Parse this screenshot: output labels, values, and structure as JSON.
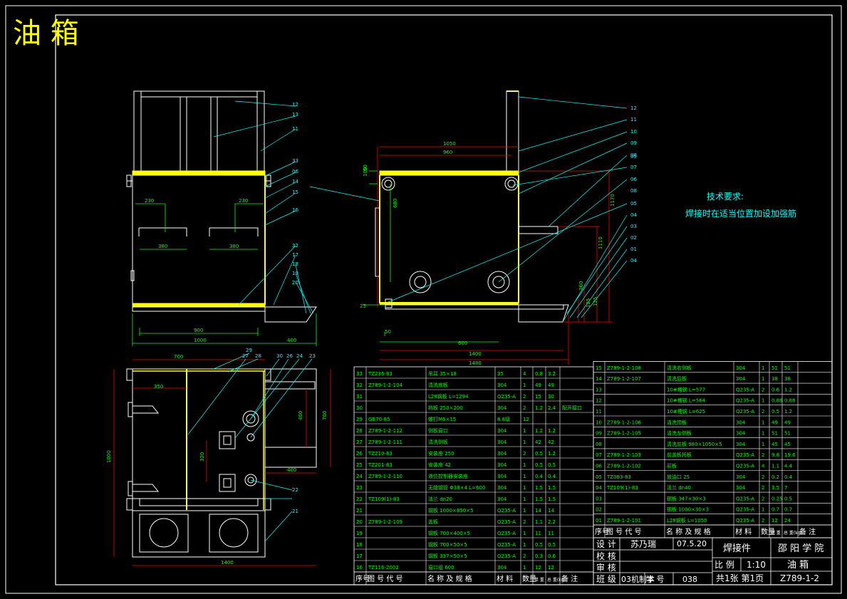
{
  "drawing": {
    "title": "油  箱",
    "tech_heading": "技术要求:",
    "tech_note": "焊接时在适当位置加设加强筋"
  },
  "colors": {
    "background": "#000000",
    "line": "#ffffff",
    "accent_yellow": "#ffff00",
    "leader_cyan": "#00ffff",
    "dimension_green": "#00ff00",
    "hidden_red": "#ff0000",
    "tech_text_cyan": "#00ffff",
    "table_text_green": "#00ff00"
  },
  "dims": {
    "front": [
      "230",
      "230",
      "380",
      "380",
      "900",
      "1000",
      "400"
    ],
    "side": [
      "1050",
      "960",
      "100",
      "680",
      "1170",
      "1110",
      "50",
      "50",
      "360",
      "600",
      "1400",
      "1480",
      "125",
      "125",
      "25"
    ],
    "plan": [
      "700",
      "350",
      "400",
      "1400",
      "1000",
      "700",
      "320",
      "400"
    ]
  },
  "balloons": {
    "front": [
      "12",
      "13",
      "11",
      "33",
      "06",
      "14",
      "15",
      "16",
      "32",
      "17",
      "18",
      "19",
      "20"
    ],
    "side": [
      "12",
      "11",
      "10",
      "09",
      "08",
      "07",
      "06",
      "05",
      "04",
      "03",
      "02",
      "01",
      "04",
      "05",
      "08"
    ],
    "plan": [
      "29",
      "27",
      "28",
      "30",
      "26",
      "24",
      "23",
      "22",
      "21"
    ]
  },
  "bom_left": {
    "rows": [
      [
        "33",
        "TZ236-83",
        "吊耳 35×18",
        "35",
        "4",
        "0.8",
        "3.2",
        ""
      ],
      [
        "32",
        "Z789-1-2-104",
        "清洗底板",
        "304",
        "1",
        "49",
        "49",
        ""
      ],
      [
        "31",
        "",
        "L28钢板 L=1294",
        "Q235-A",
        "2",
        "15",
        "30",
        ""
      ],
      [
        "30",
        "",
        "挡板 250×200",
        "304",
        "2",
        "1.2",
        "2.4",
        "配开接口"
      ],
      [
        "29",
        "GB70-85",
        "螺钉M6×15",
        "8.8级",
        "12",
        "",
        "",
        ""
      ],
      [
        "28",
        "Z789-1-2-112",
        "侧板窗口",
        "304",
        "1",
        "1.2",
        "1.2",
        ""
      ],
      [
        "27",
        "Z789-1-2-111",
        "清洗侧板",
        "304",
        "1",
        "42",
        "42",
        ""
      ],
      [
        "26",
        "TZ210-83",
        "安装座 250",
        "304",
        "2",
        "0.5",
        "1.2",
        ""
      ],
      [
        "25",
        "TZ201-83",
        "安装座 42",
        "304",
        "1",
        "0.5",
        "0.5",
        ""
      ],
      [
        "24",
        "Z789-1-2-110",
        "液位控制器安装座",
        "304",
        "1",
        "0.4",
        "0.4",
        ""
      ],
      [
        "23",
        "",
        "无缝钢管 Φ38×4 L=600",
        "304",
        "1",
        "1.5",
        "1.5",
        ""
      ],
      [
        "22",
        "TZ109(1)-83",
        "法兰 dn20",
        "304",
        "1",
        "1.5",
        "1.5",
        ""
      ],
      [
        "21",
        "",
        "钢板 1000×850×5",
        "Q235-A",
        "1",
        "14",
        "14",
        ""
      ],
      [
        "20",
        "Z789-1-2-109",
        "盖板",
        "Q235-A",
        "2",
        "1.1",
        "2.2",
        ""
      ],
      [
        "19",
        "",
        "钢板 700×400×5",
        "Q235-A",
        "1",
        "11",
        "11",
        ""
      ],
      [
        "18",
        "",
        "钢板 700×50×5",
        "Q235-A",
        "1",
        "0.5",
        "0.5",
        ""
      ],
      [
        "17",
        "",
        "钢板 337×50×5",
        "Q235-A",
        "2",
        "0.3",
        "0.6",
        ""
      ],
      [
        "16",
        "TZ116-2002",
        "窗口组 600",
        "304",
        "1",
        "12",
        "12",
        ""
      ]
    ],
    "header": [
      "序号",
      "图 号 代 号",
      "名 称 及 规 格",
      "材  料",
      "数量",
      "单 重",
      "总 重(kg)",
      "备  注"
    ]
  },
  "bom_right": {
    "rows": [
      [
        "15",
        "Z789-1-2-108",
        "清洗右侧板",
        "304",
        "1",
        "51",
        "51",
        ""
      ],
      [
        "14",
        "Z789-1-2-107",
        "清洗后板",
        "304",
        "1",
        "38",
        "38",
        ""
      ],
      [
        "13",
        "",
        "10#槽钢 L=577",
        "Q235-A",
        "2",
        "0.6",
        "1.2",
        ""
      ],
      [
        "12",
        "",
        "10#槽钢 L=564",
        "Q235-A",
        "1",
        "0.88",
        "0.88",
        ""
      ],
      [
        "11",
        "",
        "10#槽钢 L=625",
        "Q235-A",
        "2",
        "0.5",
        "1.2",
        ""
      ],
      [
        "10",
        "Z789-1-2-106",
        "清洗顶板",
        "304",
        "1",
        "49",
        "49",
        ""
      ],
      [
        "09",
        "Z789-1-2-105",
        "清洗左侧板",
        "304",
        "1",
        "51",
        "51",
        ""
      ],
      [
        "08",
        "",
        "清洗前板 980×1050×5",
        "304",
        "1",
        "45",
        "45",
        ""
      ],
      [
        "07",
        "Z789-1-2-103",
        "前盖板托板",
        "Q235-A",
        "2",
        "9.8",
        "19.6",
        ""
      ],
      [
        "06",
        "Z789-1-2-102",
        "前板",
        "Q235-A",
        "4",
        "1.1",
        "4.4",
        ""
      ],
      [
        "05",
        "TZ083-83",
        "放油口 25",
        "304",
        "2",
        "0.2",
        "0.4",
        ""
      ],
      [
        "04",
        "TZ109(1)-83",
        "法兰 dn40",
        "304",
        "2",
        "3.5",
        "7",
        ""
      ],
      [
        "03",
        "",
        "钢板 347×30×3",
        "Q235-A",
        "2",
        "0.25",
        "0.5",
        ""
      ],
      [
        "02",
        "",
        "钢板 1000×30×3",
        "Q235-A",
        "1",
        "0.7",
        "0.7",
        ""
      ],
      [
        "01",
        "Z789-1-2-101",
        "L28钢板 L=1050",
        "Q235-A",
        "2",
        "12",
        "24",
        ""
      ]
    ],
    "header": [
      "序号",
      "图 号 代 号",
      "名 称 及 规 格",
      "材  料",
      "数量",
      "单 重",
      "总 重(kg)",
      "备  注"
    ]
  },
  "title_block": {
    "design_label": "设 计",
    "designer": "苏乃瑞",
    "date": "07.5.20",
    "check_label": "校 核",
    "review_label": "审 核",
    "class_label": "班 级",
    "class_value": "03机制本",
    "student_no_label": "学 号",
    "student_no": "038",
    "part_type": "焊接件",
    "school": "邵 阳 学 院",
    "scale_label": "比 例",
    "scale": "1:10",
    "part_name": "油 箱",
    "sheets": "共1张 第1页",
    "drawing_no": "Z789-1-2"
  }
}
